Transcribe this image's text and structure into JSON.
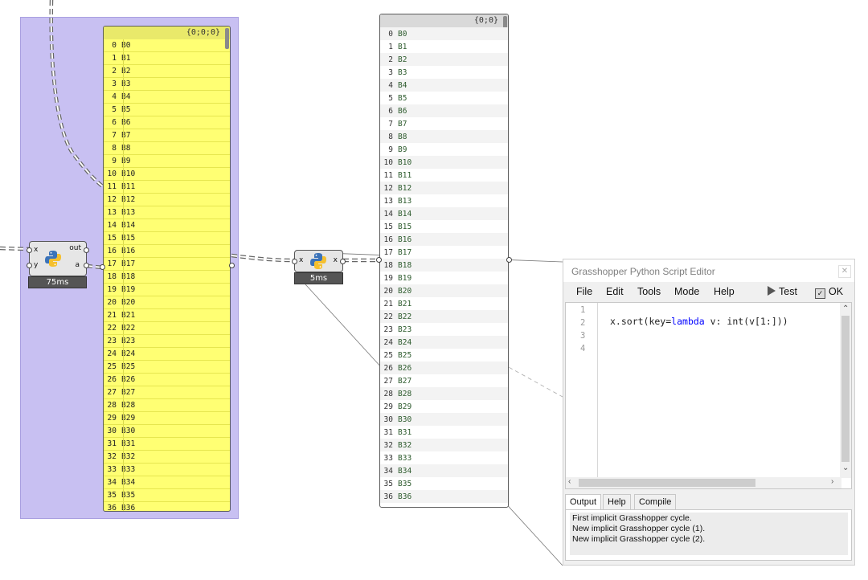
{
  "left_panel": {
    "path": "{0;0;0}",
    "rows": [
      [
        "0",
        "B0"
      ],
      [
        "1",
        "B1"
      ],
      [
        "2",
        "B2"
      ],
      [
        "3",
        "B3"
      ],
      [
        "4",
        "B4"
      ],
      [
        "5",
        "B5"
      ],
      [
        "6",
        "B6"
      ],
      [
        "7",
        "B7"
      ],
      [
        "8",
        "B8"
      ],
      [
        "9",
        "B9"
      ],
      [
        "10",
        "B10"
      ],
      [
        "11",
        "B11"
      ],
      [
        "12",
        "B12"
      ],
      [
        "13",
        "B13"
      ],
      [
        "14",
        "B14"
      ],
      [
        "15",
        "B15"
      ],
      [
        "16",
        "B16"
      ],
      [
        "17",
        "B17"
      ],
      [
        "18",
        "B18"
      ],
      [
        "19",
        "B19"
      ],
      [
        "20",
        "B20"
      ],
      [
        "21",
        "B21"
      ],
      [
        "22",
        "B22"
      ],
      [
        "23",
        "B23"
      ],
      [
        "24",
        "B24"
      ],
      [
        "25",
        "B25"
      ],
      [
        "26",
        "B26"
      ],
      [
        "27",
        "B27"
      ],
      [
        "28",
        "B28"
      ],
      [
        "29",
        "B29"
      ],
      [
        "30",
        "B30"
      ],
      [
        "31",
        "B31"
      ],
      [
        "32",
        "B32"
      ],
      [
        "33",
        "B33"
      ],
      [
        "34",
        "B34"
      ],
      [
        "35",
        "B35"
      ],
      [
        "36",
        "B36"
      ]
    ]
  },
  "right_panel": {
    "path": "{0;0}",
    "rows": [
      [
        "0",
        "B0"
      ],
      [
        "1",
        "B1"
      ],
      [
        "2",
        "B2"
      ],
      [
        "3",
        "B3"
      ],
      [
        "4",
        "B4"
      ],
      [
        "5",
        "B5"
      ],
      [
        "6",
        "B6"
      ],
      [
        "7",
        "B7"
      ],
      [
        "8",
        "B8"
      ],
      [
        "9",
        "B9"
      ],
      [
        "10",
        "B10"
      ],
      [
        "11",
        "B11"
      ],
      [
        "12",
        "B12"
      ],
      [
        "13",
        "B13"
      ],
      [
        "14",
        "B14"
      ],
      [
        "15",
        "B15"
      ],
      [
        "16",
        "B16"
      ],
      [
        "17",
        "B17"
      ],
      [
        "18",
        "B18"
      ],
      [
        "19",
        "B19"
      ],
      [
        "20",
        "B20"
      ],
      [
        "21",
        "B21"
      ],
      [
        "22",
        "B22"
      ],
      [
        "23",
        "B23"
      ],
      [
        "24",
        "B24"
      ],
      [
        "25",
        "B25"
      ],
      [
        "26",
        "B26"
      ],
      [
        "27",
        "B27"
      ],
      [
        "28",
        "B28"
      ],
      [
        "29",
        "B29"
      ],
      [
        "30",
        "B30"
      ],
      [
        "31",
        "B31"
      ],
      [
        "32",
        "B32"
      ],
      [
        "33",
        "B33"
      ],
      [
        "34",
        "B34"
      ],
      [
        "35",
        "B35"
      ],
      [
        "36",
        "B36"
      ]
    ]
  },
  "component_left": {
    "input_x": "x",
    "input_y": "y",
    "output_out": "out",
    "output_a": "a",
    "timer": "75ms",
    "icon": "python-icon"
  },
  "component_right": {
    "input_x": "x",
    "output_x": "x",
    "timer": "5ms",
    "icon": "python-icon"
  },
  "editor": {
    "title": "Grasshopper Python Script Editor",
    "menu": {
      "file": "File",
      "edit": "Edit",
      "tools": "Tools",
      "mode": "Mode",
      "help": "Help",
      "test": "Test",
      "ok": "OK"
    },
    "line_numbers": [
      "1",
      "2",
      "3",
      "4"
    ],
    "code": {
      "part1": "x.sort(key=",
      "kw1": "lambda",
      "part2": " v: ",
      "kw2": "int",
      "part3": "(v[1:]))"
    },
    "tabs": {
      "output": "Output",
      "help": "Help",
      "compile": "Compile"
    },
    "output_lines": [
      "First implicit Grasshopper cycle.",
      "New implicit Grasshopper cycle (1).",
      "New implicit Grasshopper cycle (2)."
    ]
  },
  "colors": {
    "group_fill": "#c8c0f2",
    "panel_yellow": "#ffff73",
    "wire": "#6a6a6a",
    "keyword": "#0000ff"
  }
}
